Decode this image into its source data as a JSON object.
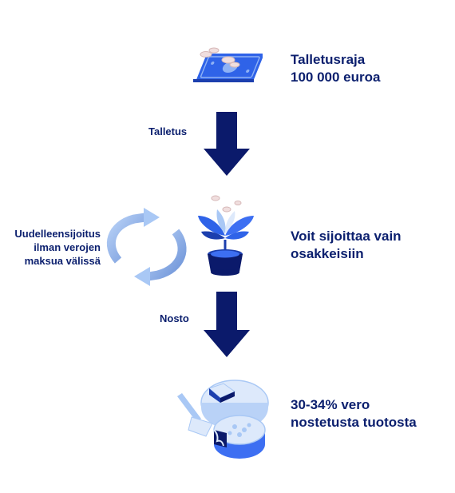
{
  "steps": {
    "deposit_limit": "Talletusraja\n100 000 euroa",
    "deposit": "Talletus",
    "invest": "Voit sijoittaa vain\nosakkeisiin",
    "reinvest": "Uudelleensijoitus\nilman verojen\nmaksua välissä",
    "withdraw": "Nosto",
    "tax": "30-34% vero\nnostetusta tuotosta"
  },
  "icons": {
    "money": "money-bill-icon",
    "plant": "potted-plant-icon",
    "cycle": "cycle-arrows-icon",
    "pie": "pie-cake-icon"
  },
  "colors": {
    "navy": "#0b1f6e",
    "blue": "#3d6ff2",
    "light_blue": "#a9c8f5",
    "pale_blue": "#dde9fb"
  }
}
